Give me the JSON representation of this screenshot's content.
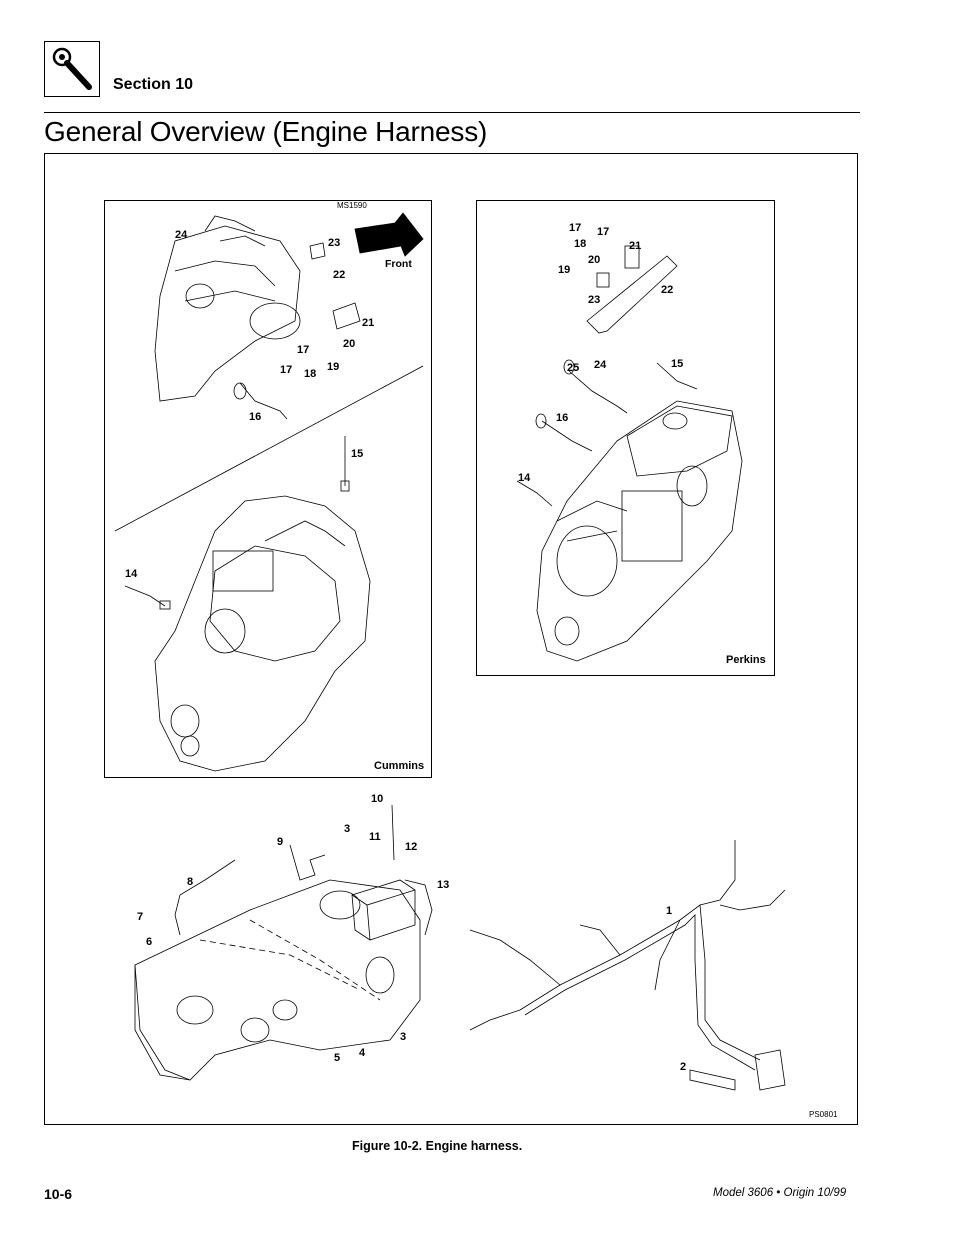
{
  "header": {
    "section": "Section 10",
    "title": "General Overview (Engine Harness)"
  },
  "figure": {
    "caption": "Figure 10-2.  Engine harness.",
    "cummins_panel": {
      "label": "Cummins",
      "ref_code": "MS1590",
      "arrow_label": "Front",
      "callouts": [
        "24",
        "23",
        "22",
        "21",
        "20",
        "17",
        "17",
        "18",
        "19",
        "16",
        "15",
        "14"
      ]
    },
    "perkins_panel": {
      "label": "Perkins",
      "callouts": [
        "17",
        "17",
        "18",
        "21",
        "20",
        "19",
        "23",
        "22",
        "25",
        "24",
        "15",
        "16",
        "14"
      ]
    },
    "harness": {
      "ref_code": "PS0801",
      "callouts": [
        "10",
        "3",
        "11",
        "12",
        "9",
        "8",
        "13",
        "7",
        "6",
        "1",
        "3",
        "5",
        "4",
        "2"
      ]
    }
  },
  "footer": {
    "page_number": "10-6",
    "model_info": "Model 3606 • Origin 10/99"
  }
}
